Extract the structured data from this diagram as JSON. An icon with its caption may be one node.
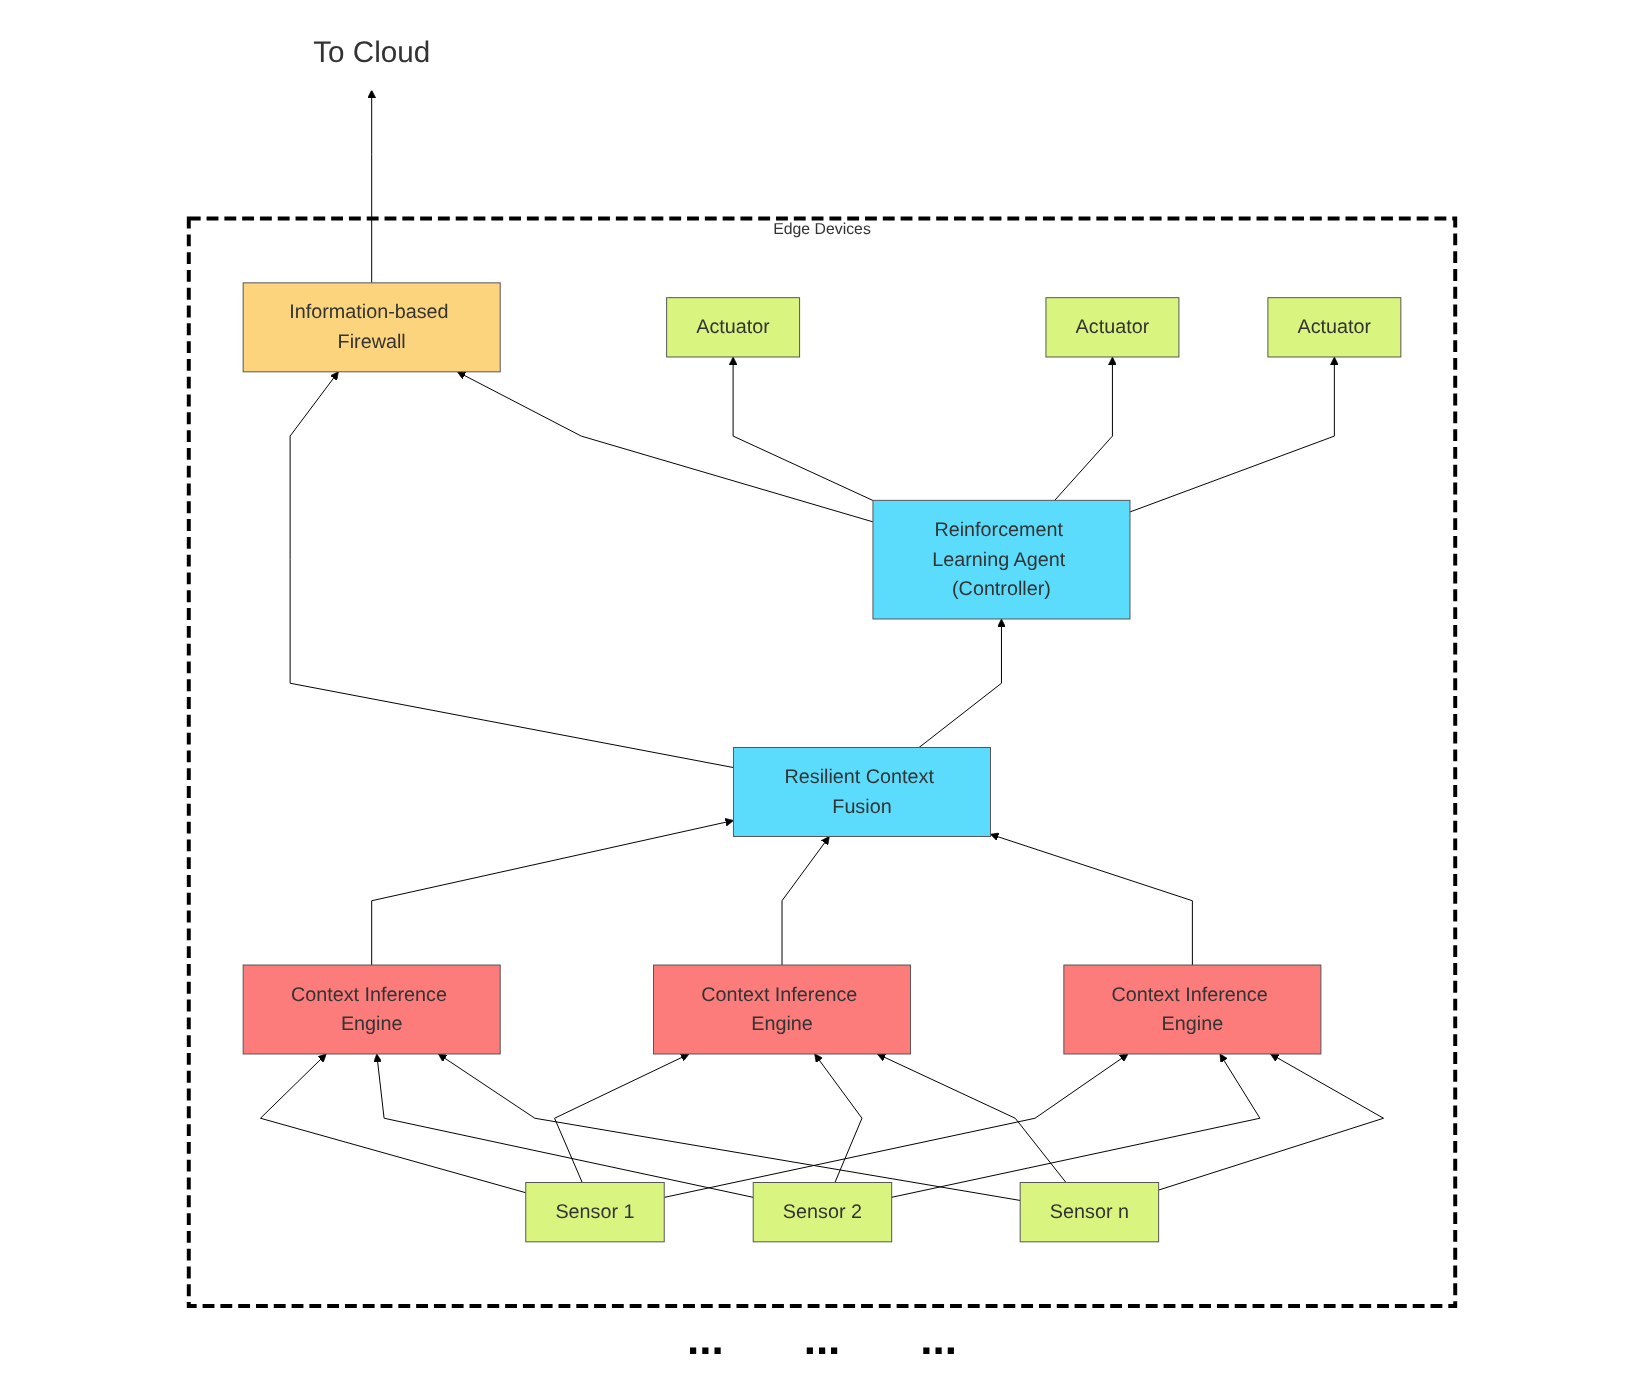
{
  "diagram": {
    "nodes": [
      {
        "text": [
          "Edge Devices"
        ]
      },
      {
        "text": [
          "To Cloud"
        ]
      },
      {
        "text": [
          "Information-based Firewall"
        ],
        "in": 0
      },
      {
        "text": [
          "Reinforcement Learning Agent (Controller)"
        ],
        "in": 0
      },
      {
        "text": [
          "Resilient Context Fusion"
        ],
        "in": 0
      },
      {
        "text": [
          "Context Inference Engine"
        ],
        "in": 0
      },
      {
        "text": [
          "Context Inference Engine"
        ],
        "in": 0
      },
      {
        "text": [
          "Context Inference Engine"
        ],
        "in": 0
      },
      {
        "text": [
          "Actuator"
        ],
        "in": 0
      },
      {
        "text": [
          "Actuator"
        ],
        "in": 0
      },
      {
        "text": [
          "Actuator"
        ],
        "in": 0
      },
      {
        "text": [
          "Sensor 1"
        ],
        "in": 0
      },
      {
        "text": [
          "Sensor 2"
        ],
        "in": 0
      },
      {
        "text": [
          "Sensor n"
        ],
        "in": 0
      }
    ],
    "edges": [
      {
        "from": 2,
        "to": 1,
        "arrow": "to"
      },
      {
        "from": 4,
        "to": 2,
        "arrow": "to"
      },
      {
        "from": 4,
        "to": 3,
        "arrow": "to"
      },
      {
        "from": 3,
        "to": 2,
        "arrow": "to"
      },
      {
        "from": 5,
        "to": 4,
        "arrow": "to"
      },
      {
        "from": 6,
        "to": 4,
        "arrow": "to"
      },
      {
        "from": 7,
        "to": 4,
        "arrow": "to"
      },
      {
        "from": 3,
        "to": 8,
        "arrow": "to"
      },
      {
        "from": 3,
        "to": 9,
        "arrow": "to"
      },
      {
        "from": 3,
        "to": 10,
        "arrow": "to"
      },
      {
        "from": 11,
        "to": 5,
        "arrow": "to"
      },
      {
        "from": 11,
        "to": 6,
        "arrow": "to"
      },
      {
        "from": 11,
        "to": 7,
        "arrow": "to"
      },
      {
        "from": 12,
        "to": 5,
        "arrow": "to"
      },
      {
        "from": 12,
        "to": 6,
        "arrow": "to"
      },
      {
        "from": 12,
        "to": 7,
        "arrow": "to"
      },
      {
        "from": 13,
        "to": 5,
        "arrow": "to"
      },
      {
        "from": 13,
        "to": 6,
        "arrow": "to"
      },
      {
        "from": 13,
        "to": 7,
        "arrow": "to"
      }
    ],
    "labels": [
      "...",
      "...",
      "..."
    ]
  }
}
